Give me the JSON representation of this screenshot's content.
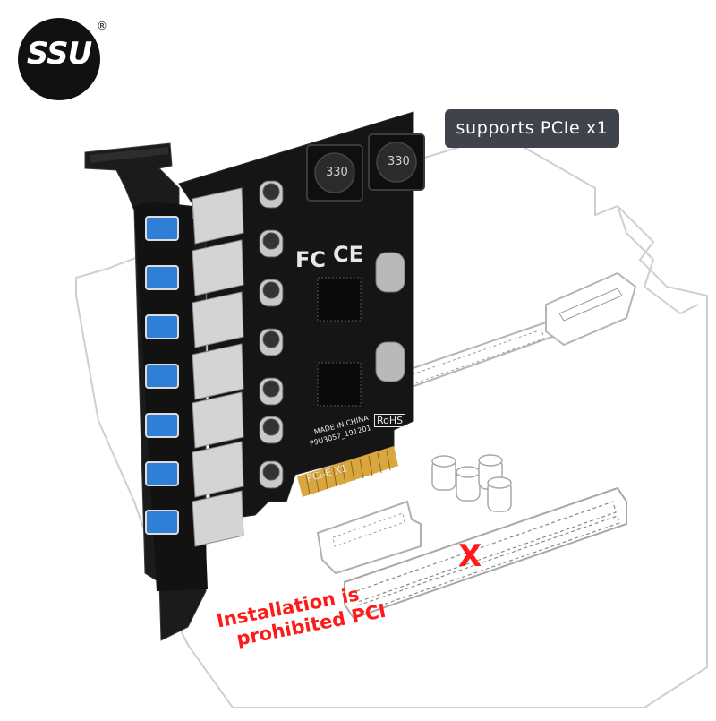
{
  "brand": {
    "logo_text": "SSU",
    "registered_mark": "®"
  },
  "badge": {
    "text": "supports PCIe x1"
  },
  "warning": {
    "line1": "Installation is",
    "line2": "prohibited  PCI",
    "color": "#ff1a1a"
  },
  "pcb": {
    "cert_fc": "FC",
    "cert_ce": "CE",
    "rohs": "RoHS",
    "made_in": "MADE IN CHINA",
    "slot_label": "PCI-E X1",
    "part_code": "P9U3057_191201",
    "inductor_1": "330",
    "inductor_2": "330"
  },
  "scene": {
    "usb_port_count": 7,
    "usb_port_color": "#2f7fd6",
    "board_color": "#151515",
    "bracket_color": "#1b1b1b"
  }
}
